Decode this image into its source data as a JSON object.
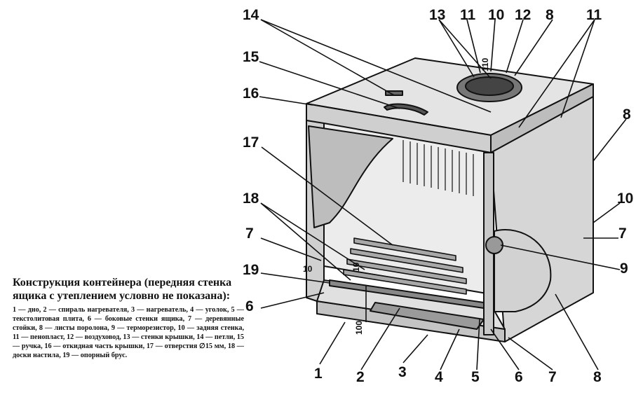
{
  "caption": {
    "title": "Конструкция контейнера (передняя стенка ящика с утеплением условно не показана):",
    "legend": "1 — дно, 2 — спираль нагревателя, 3 — нагреватель, 4 — уголок, 5 — текстолитовая плита, 6 — боковые стенки ящика, 7 — деревянные стойки, 8 — листы поролона, 9 — терморезистор, 10 — задняя стенка, 11 — пенопласт, 12 — воздуховод, 13 — стенки крышки, 14 — петли, 15 — ручка, 16 — откидная часть крышки, 17 — отверстия ∅15 мм, 18 — доски настила, 19 — опорный брус."
  },
  "labels": {
    "n14": "14",
    "n15": "15",
    "n16": "16",
    "n17": "17",
    "n18": "18",
    "n7_left": "7",
    "n19": "19",
    "n6_left": "6",
    "n13": "13",
    "n11_top": "11",
    "n10_top": "10",
    "n12": "12",
    "n8_top": "8",
    "n11_right": "11",
    "n8_right": "8",
    "n10_right": "10",
    "n7_right": "7",
    "n9": "9",
    "n1": "1",
    "n2": "2",
    "n3": "3",
    "n4": "4",
    "n5": "5",
    "n6_bottom": "6",
    "n7_bottom": "7",
    "n8_bottom": "8"
  },
  "dimensions": {
    "d10_left": "10",
    "d10_inner": "10",
    "d100": "100",
    "d110": "110"
  }
}
